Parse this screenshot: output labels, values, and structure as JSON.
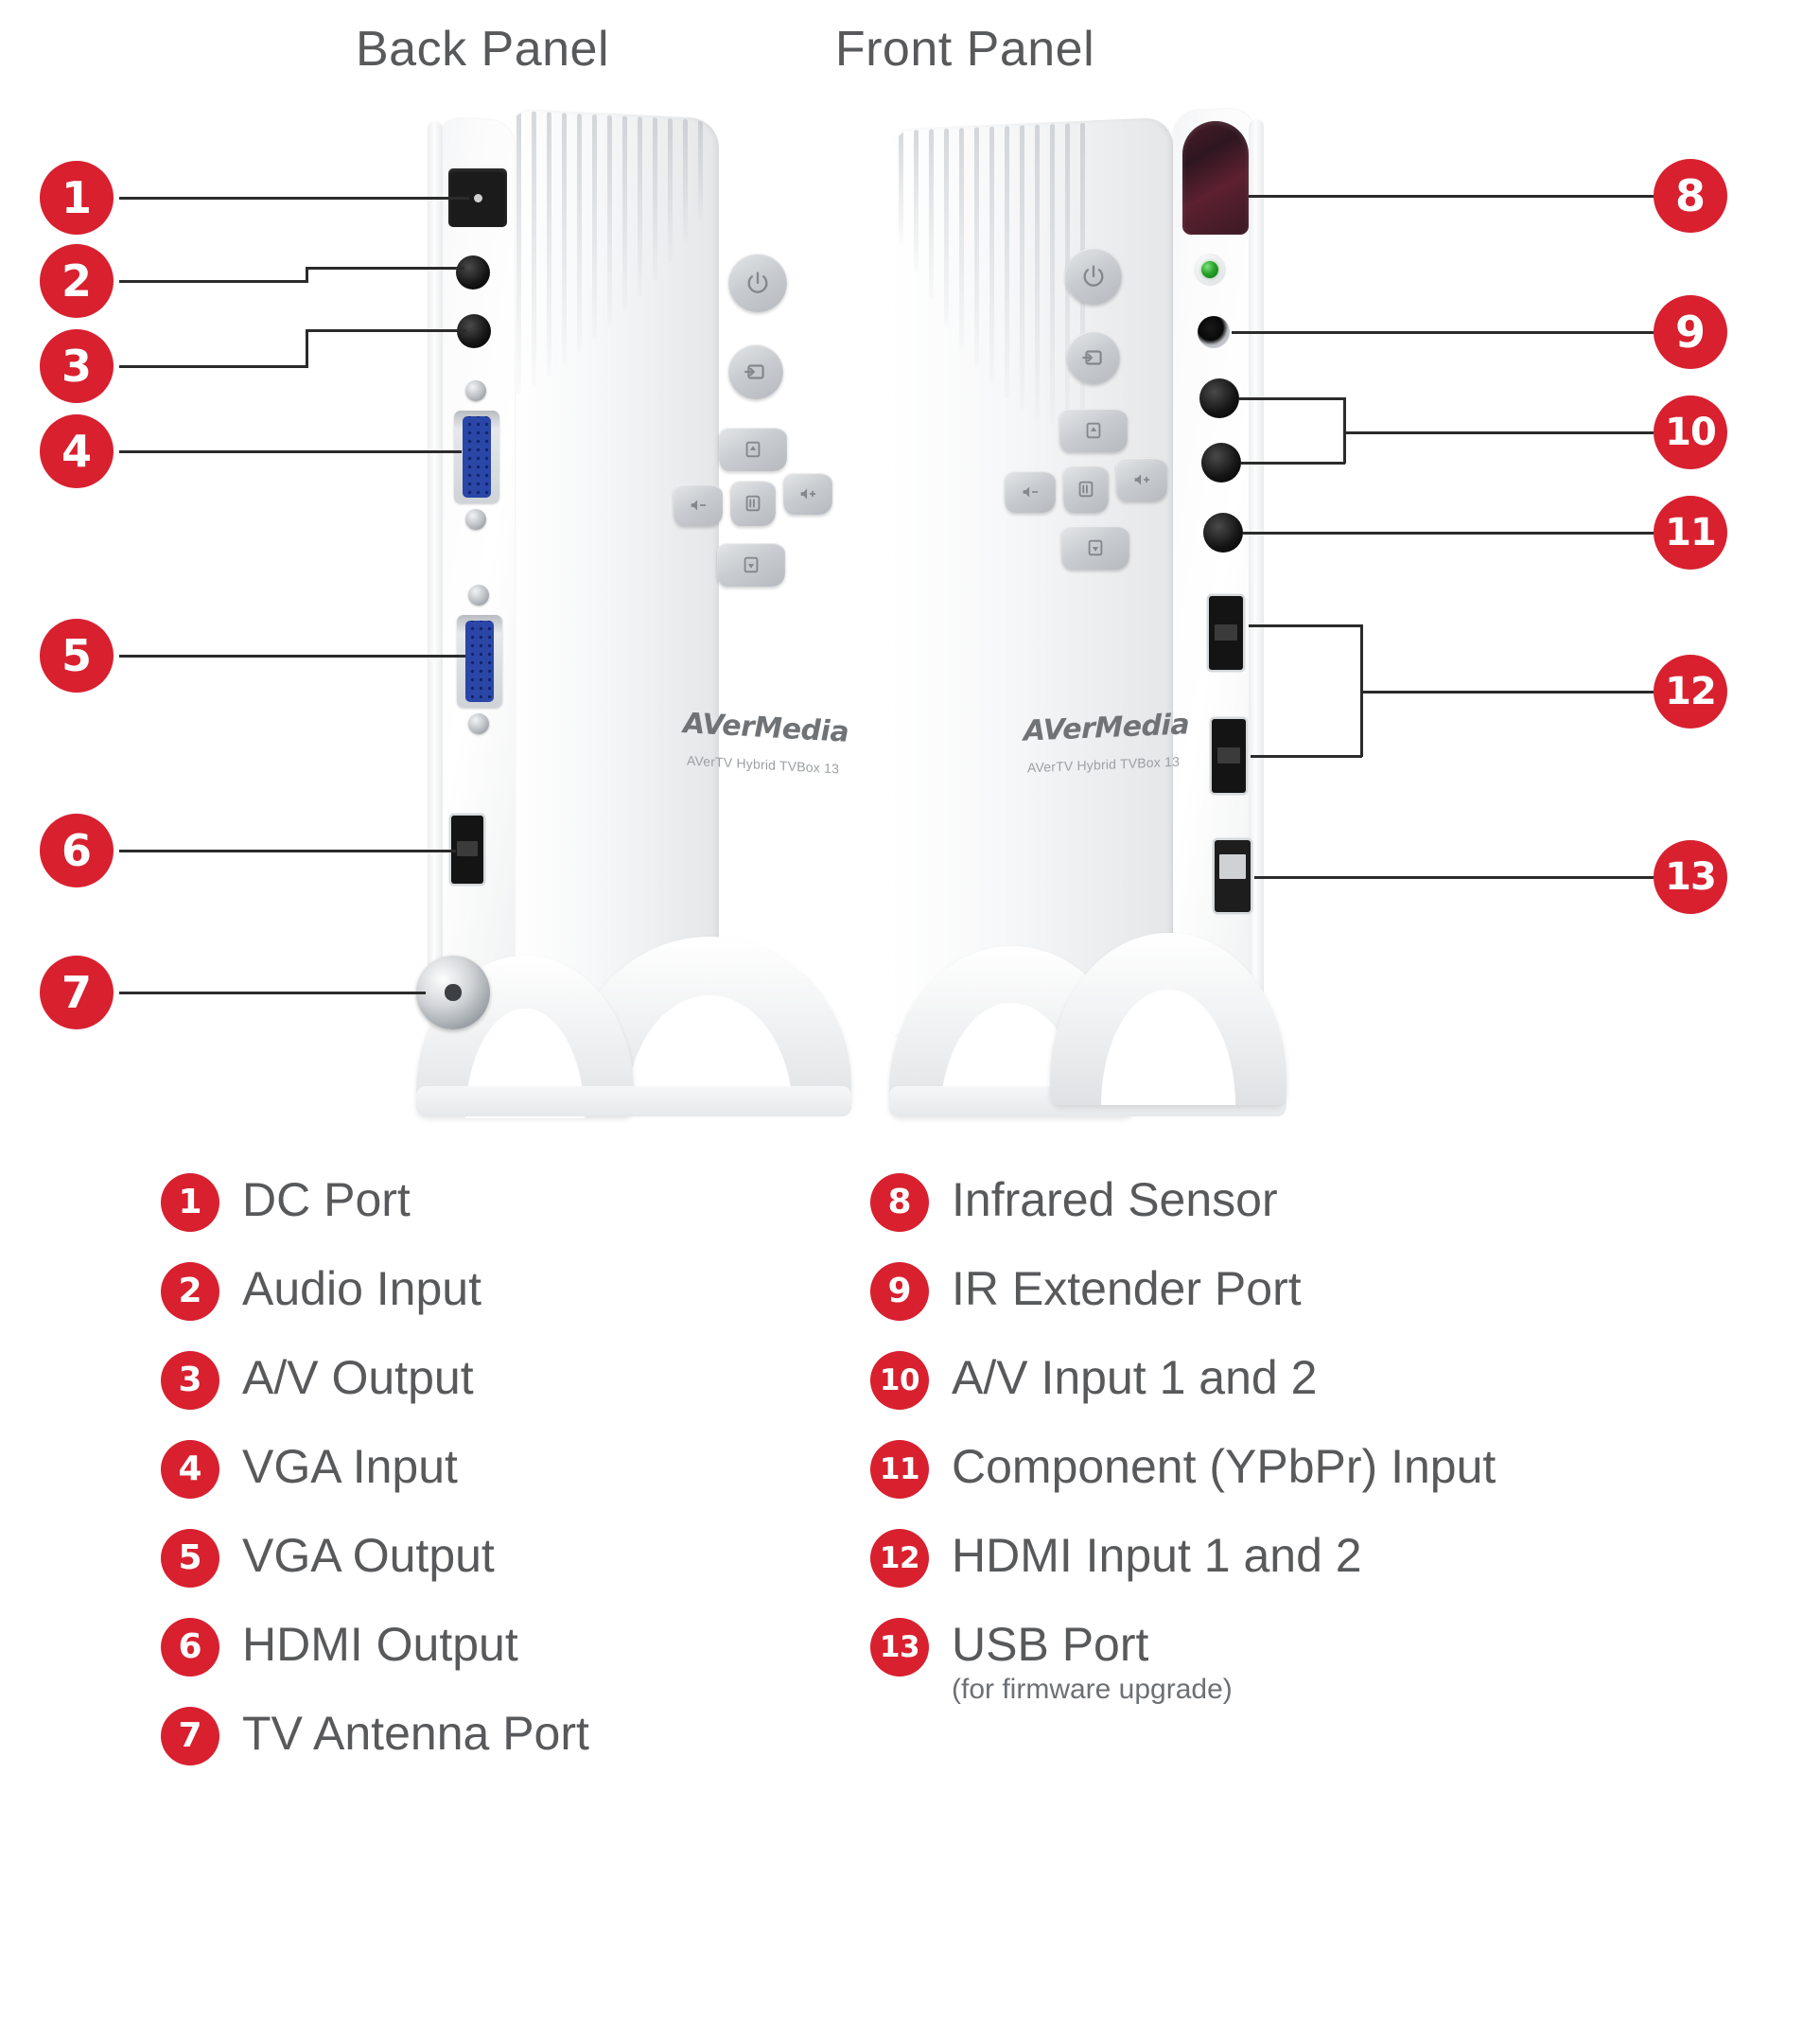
{
  "titles": {
    "back_panel": "Back Panel",
    "front_panel": "Front Panel"
  },
  "product": {
    "brand": "AVerMedia",
    "model": "AVerTV Hybrid TVBox 13"
  },
  "colors": {
    "badge_red": "#D8202F",
    "text_gray": "#58595B",
    "leader_line": "#2b2b2b",
    "vga_blue": "#2A47A8",
    "ir_window": "#4a1d28",
    "led_green": "#29a329"
  },
  "callouts": {
    "back": [
      {
        "num": "1",
        "label": "DC Port"
      },
      {
        "num": "2",
        "label": "Audio Input"
      },
      {
        "num": "3",
        "label": "A/V Output"
      },
      {
        "num": "4",
        "label": "VGA Input"
      },
      {
        "num": "5",
        "label": "VGA Output"
      },
      {
        "num": "6",
        "label": "HDMI Output"
      },
      {
        "num": "7",
        "label": "TV Antenna Port"
      }
    ],
    "front": [
      {
        "num": "8",
        "label": "Infrared Sensor"
      },
      {
        "num": "9",
        "label": "IR Extender Port"
      },
      {
        "num": "10",
        "label": "A/V Input 1 and 2"
      },
      {
        "num": "11",
        "label": "Component (YPbPr) Input"
      },
      {
        "num": "12",
        "label": "HDMI Input 1 and 2"
      },
      {
        "num": "13",
        "label": "USB Port"
      }
    ]
  },
  "legend": {
    "left": [
      {
        "num": "1",
        "label": "DC Port",
        "sub": ""
      },
      {
        "num": "2",
        "label": "Audio Input",
        "sub": ""
      },
      {
        "num": "3",
        "label": "A/V Output",
        "sub": ""
      },
      {
        "num": "4",
        "label": "VGA Input",
        "sub": ""
      },
      {
        "num": "5",
        "label": "VGA Output",
        "sub": ""
      },
      {
        "num": "6",
        "label": "HDMI Output",
        "sub": ""
      },
      {
        "num": "7",
        "label": "TV Antenna Port",
        "sub": ""
      }
    ],
    "right": [
      {
        "num": "8",
        "label": "Infrared Sensor",
        "sub": ""
      },
      {
        "num": "9",
        "label": "IR Extender Port",
        "sub": ""
      },
      {
        "num": "10",
        "label": "A/V Input 1 and 2",
        "sub": ""
      },
      {
        "num": "11",
        "label": "Component (YPbPr) Input",
        "sub": ""
      },
      {
        "num": "12",
        "label": "HDMI Input 1 and 2",
        "sub": ""
      },
      {
        "num": "13",
        "label": "USB Port",
        "sub": "(for firmware upgrade)"
      }
    ]
  },
  "controls": {
    "back_buttons": [
      "power",
      "source",
      "channel-up",
      "volume-down",
      "menu",
      "volume-up",
      "channel-down"
    ],
    "front_buttons": [
      "power",
      "source",
      "channel-up",
      "volume-down",
      "menu",
      "volume-up",
      "channel-down"
    ]
  }
}
